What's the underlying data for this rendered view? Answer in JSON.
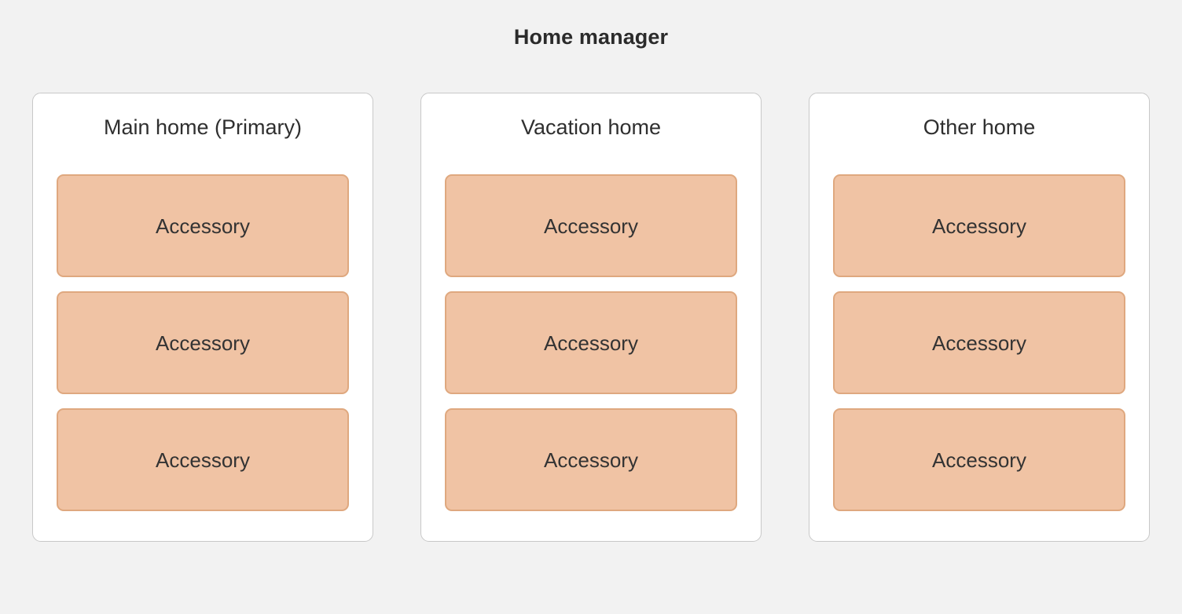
{
  "header": {
    "title": "Home manager"
  },
  "colors": {
    "page_background": "#f2f2f2",
    "card_background": "#ffffff",
    "card_border": "#c8c8c8",
    "accessory_fill": "#f0c3a4",
    "accessory_border": "#dfa87f",
    "title_text": "#2b2b2b",
    "body_text": "#333333"
  },
  "homes": [
    {
      "name": "Main home (Primary)",
      "accessories": [
        {
          "label": "Accessory"
        },
        {
          "label": "Accessory"
        },
        {
          "label": "Accessory"
        }
      ]
    },
    {
      "name": "Vacation home",
      "accessories": [
        {
          "label": "Accessory"
        },
        {
          "label": "Accessory"
        },
        {
          "label": "Accessory"
        }
      ]
    },
    {
      "name": "Other home",
      "accessories": [
        {
          "label": "Accessory"
        },
        {
          "label": "Accessory"
        },
        {
          "label": "Accessory"
        }
      ]
    }
  ]
}
